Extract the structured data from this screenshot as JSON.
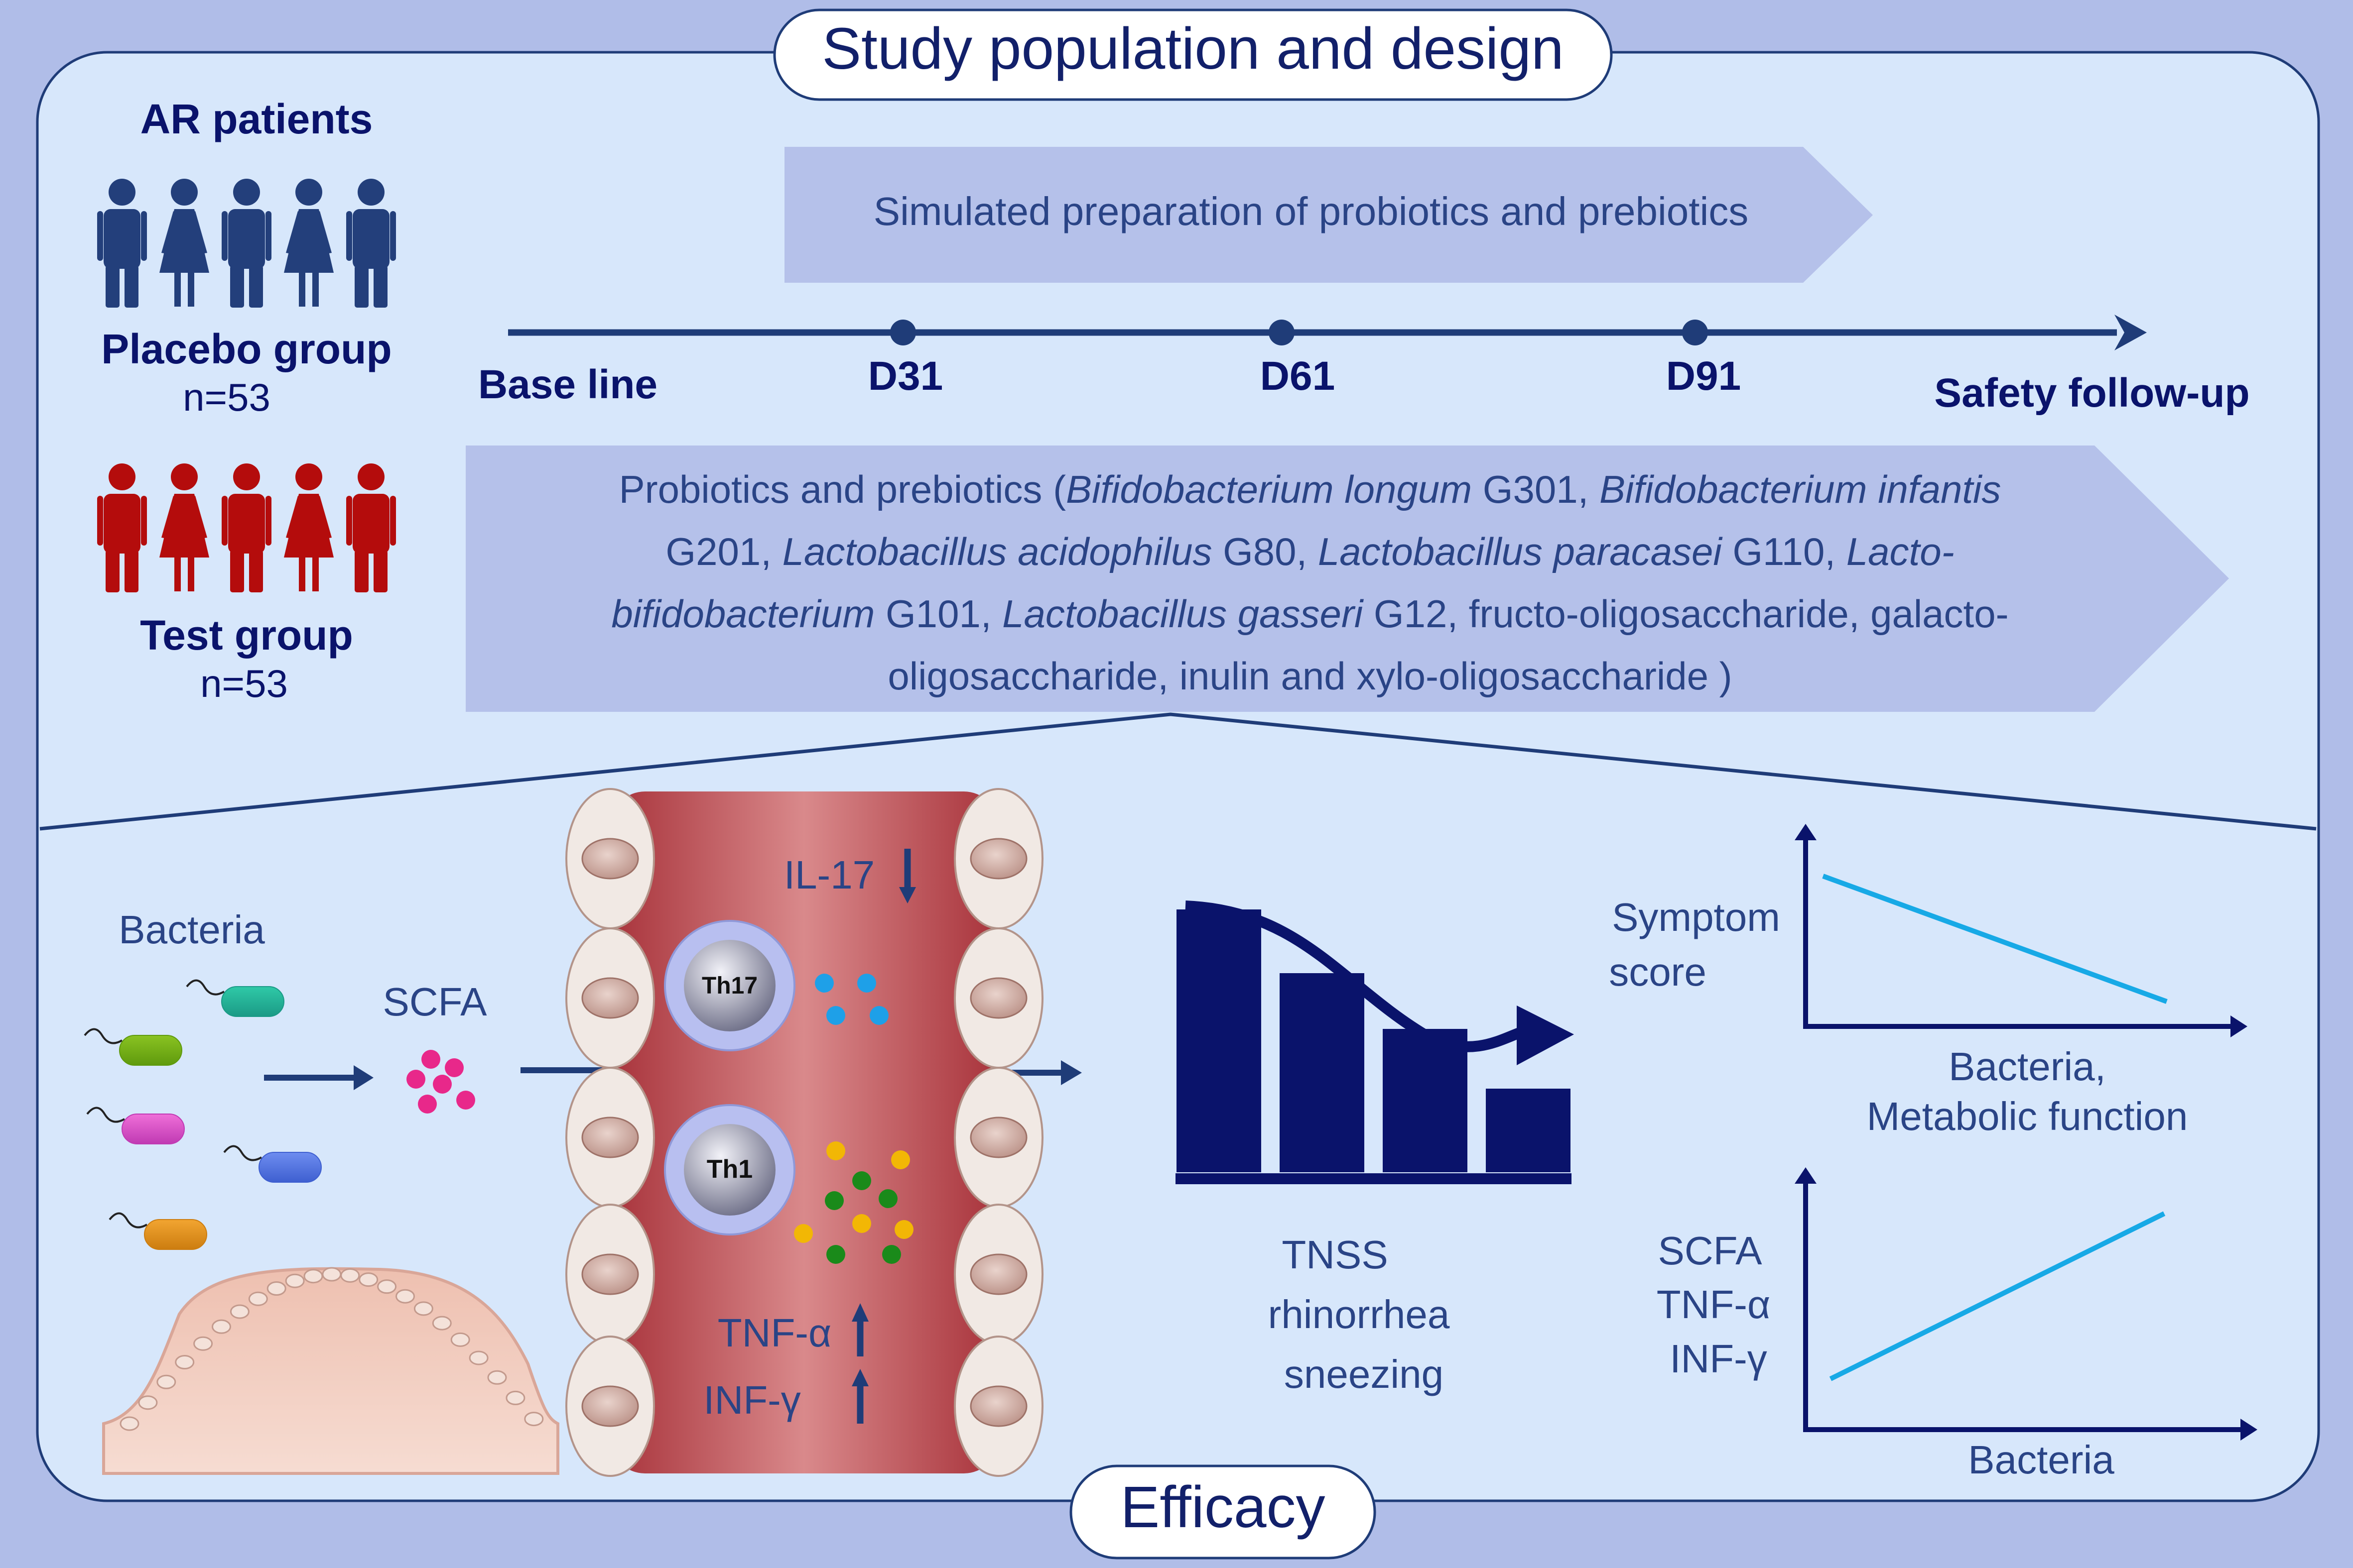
{
  "colors": {
    "page_background": "#b0bde8",
    "panel_fill": "#d7e7fb",
    "navy": "#1f3c78",
    "dark_navy": "#0a136b",
    "banner_fill": "#b5c1ea",
    "placebo_figures": "#233f7b",
    "test_figures": "#b40c0c",
    "trend_line": "#17a9e6",
    "tissue_red": "#b8434b"
  },
  "title": "Study population and design",
  "footer_label": "Efficacy",
  "groups": {
    "header": "AR patients",
    "placebo": {
      "label": "Placebo group",
      "n": "n=53"
    },
    "test": {
      "label": "Test group",
      "n": "n=53"
    }
  },
  "placebo_banner": "Simulated preparation of probiotics and prebiotics",
  "timeline": {
    "start": "Base line",
    "points": [
      "D31",
      "D61",
      "D91"
    ],
    "end": "Safety follow-up"
  },
  "test_banner": {
    "lines": [
      [
        {
          "t": "Probiotics and prebiotics (",
          "i": false
        },
        {
          "t": "Bifidobacterium longum",
          "i": true
        },
        {
          "t": " G301, ",
          "i": false
        },
        {
          "t": "Bifidobacterium infantis",
          "i": true
        }
      ],
      [
        {
          "t": "G201, ",
          "i": false
        },
        {
          "t": "Lactobacillus acidophilus",
          "i": true
        },
        {
          "t": " G80, ",
          "i": false
        },
        {
          "t": "Lactobacillus paracasei",
          "i": true
        },
        {
          "t": " G110, ",
          "i": false
        },
        {
          "t": "Lacto-",
          "i": true
        }
      ],
      [
        {
          "t": "bifidobacterium",
          "i": true
        },
        {
          "t": " G101, ",
          "i": false
        },
        {
          "t": "Lactobacillus gasseri",
          "i": true
        },
        {
          "t": " G12, fructo-oligosaccharide, galacto-",
          "i": false
        }
      ],
      [
        {
          "t": "oligosaccharide, inulin and xylo-oligosaccharide )",
          "i": false
        }
      ]
    ]
  },
  "efficacy": {
    "bacteria_label": "Bacteria",
    "scfa_label": "SCFA",
    "il17": "IL-17",
    "th17": "Th17",
    "th1": "Th1",
    "tnf_alpha": "TNF-α",
    "inf_gamma": "INF-γ",
    "outcomes": [
      "TNSS",
      "rhinorrhea",
      "sneezing"
    ],
    "bar_levels": [
      0.66,
      0.5,
      0.36,
      0.21
    ]
  },
  "mini_chart_top": {
    "ylabel_lines": [
      "Symptom",
      "score"
    ],
    "xlabel_lines": [
      "Bacteria,",
      "Metabolic function"
    ],
    "trend": "decreasing"
  },
  "mini_chart_bottom": {
    "ylabel_lines": [
      "SCFA",
      "TNF-α",
      "INF-γ"
    ],
    "xlabel": "Bacteria",
    "trend": "increasing"
  }
}
